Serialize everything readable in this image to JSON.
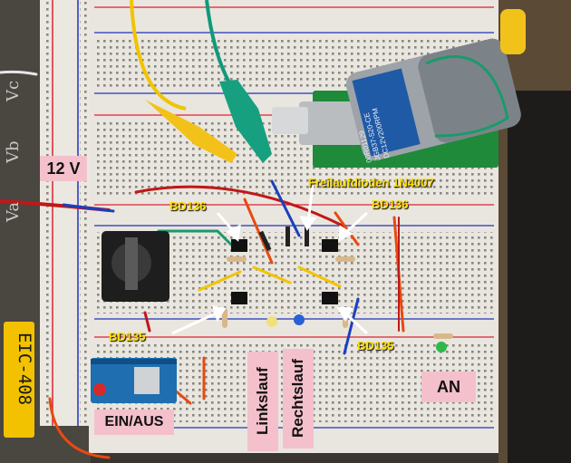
{
  "labels": {
    "supply": "12 V",
    "bd136_left": "BD136",
    "bd136_right": "BD136",
    "bd135_left": "BD135",
    "bd135_right": "BD135",
    "diodes": "Freilaufdioden 1N4007",
    "linkslauf": "Linkslauf",
    "rechtslauf": "Rechtslauf",
    "on": "AN",
    "switch": "EIN/AUS"
  },
  "panel": {
    "va": "Va",
    "vb": "Vb",
    "vc": "Vc",
    "model": "EIC-408"
  },
  "motor": {
    "line1": "00R01129",
    "line2": "JGB37-520-CE",
    "line3": "DC12V200RPM"
  },
  "colors": {
    "label_bg": "#f4c0cc",
    "annotation_text": "#ffe000",
    "board": "#e9e6df"
  }
}
